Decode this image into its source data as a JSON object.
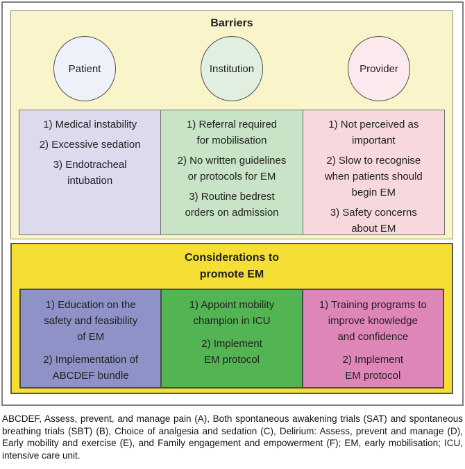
{
  "colors": {
    "frame_border": "#808080",
    "barriers_bg": "#f9f4c9",
    "considerations_bg": "#f6df35",
    "patient_circle": "#eef0fa",
    "institution_circle": "#e0efe0",
    "provider_circle": "#fbe9ee",
    "patient_box": "#dcdaec",
    "institution_box": "#c8e3c5",
    "provider_box": "#f7d9dd",
    "education_box": "#8f92c6",
    "champion_box": "#53b454",
    "training_box": "#df86b8"
  },
  "barriers": {
    "title": "Barriers",
    "columns": [
      {
        "circle_label": "Patient",
        "circle_color": "#eef0fa",
        "box_color": "#dcdaec",
        "items": [
          "1) Medical instability",
          "2) Excessive sedation",
          "3) Endotracheal\nintubation"
        ]
      },
      {
        "circle_label": "Institution",
        "circle_color": "#e0efe0",
        "box_color": "#c8e3c5",
        "items": [
          "1) Referral required\nfor mobilisation",
          "2) No written guidelines\nor protocols for EM",
          "3) Routine bedrest\norders on admission"
        ]
      },
      {
        "circle_label": "Provider",
        "circle_color": "#fbe9ee",
        "box_color": "#f7d9dd",
        "items": [
          "1) Not perceived as\nimportant",
          "2) Slow to recognise\nwhen patients should\nbegin EM",
          "3) Safety concerns\nabout EM"
        ]
      }
    ]
  },
  "considerations": {
    "title": "Considerations to\npromote EM",
    "boxes": [
      {
        "color": "#8f92c6",
        "items": [
          "1) Education on the\nsafety and feasibility\nof EM",
          "2) Implementation of\nABCDEF bundle"
        ]
      },
      {
        "color": "#53b454",
        "items": [
          "1) Appoint mobility\nchampion in ICU",
          "2) Implement\nEM protocol"
        ]
      },
      {
        "color": "#df86b8",
        "items": [
          "1) Training programs to\nimprove knowledge\nand confidence",
          "2) Implement\nEM protocol"
        ]
      }
    ]
  },
  "caption": "ABCDEF, Assess, prevent, and manage pain (A), Both spontaneous awakening trials (SAT) and spontaneous breathing trials (SBT) (B), Choice of analgesia and sedation (C), Delirium: Assess, prevent and manage (D), Early mobility and exercise (E), and Family engagement and empowerment (F); EM, early mobilisation; ICU, intensive care unit."
}
